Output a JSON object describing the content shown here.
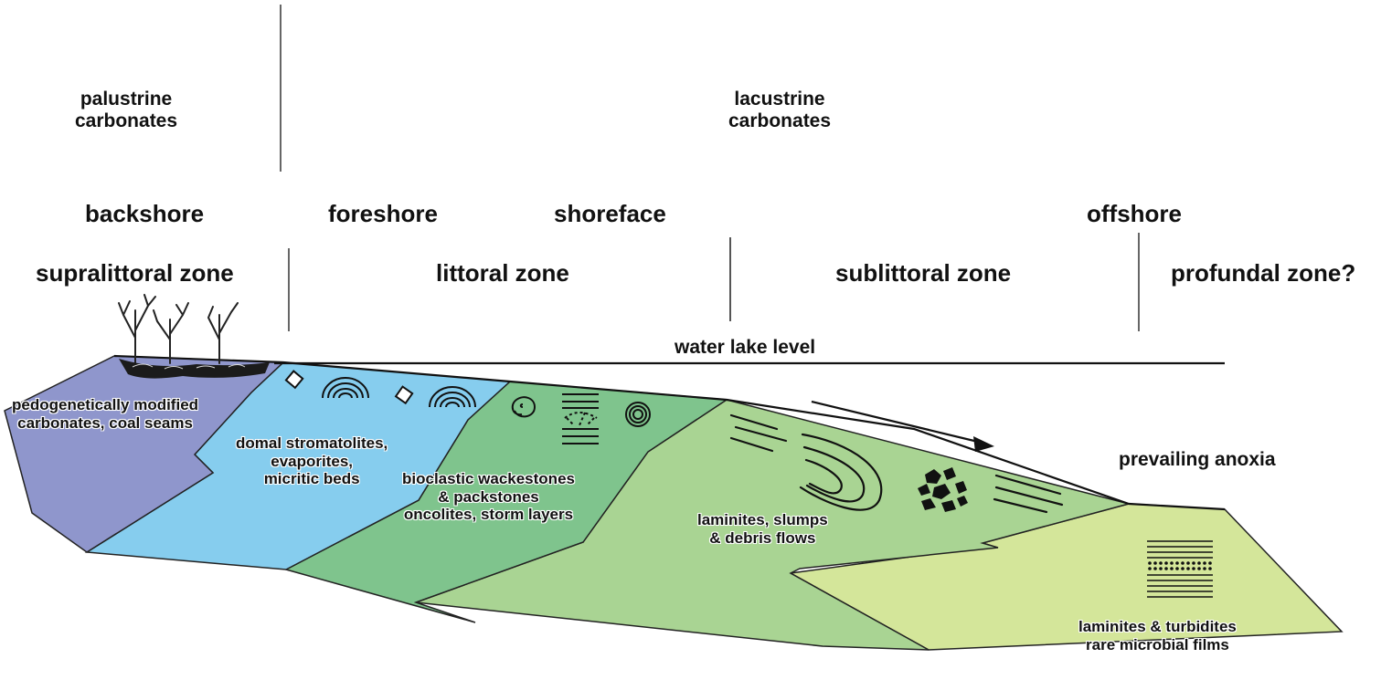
{
  "top_labels": {
    "palustrine": "palustrine\ncarbonates",
    "lacustrine": "lacustrine\ncarbonates"
  },
  "shore_labels": {
    "backshore": "backshore",
    "foreshore": "foreshore",
    "shoreface": "shoreface",
    "offshore": "offshore"
  },
  "zone_labels": {
    "supralittoral": "supralittoral zone",
    "littoral": "littoral zone",
    "sublittoral": "sublittoral zone",
    "profundal": "profundal zone?"
  },
  "water_level": "water lake level",
  "facies": {
    "pedogenetic": "pedogenetically modified\ncarbonates, coal seams",
    "domal": "domal stromatolites,\nevaporites,\nmicritic beds",
    "bioclastic": "bioclastic wackestones\n& packstones\noncolites, storm layers",
    "laminites_slumps": "laminites, slumps\n& debris flows",
    "laminites_turbidites": "laminites & turbidites\nrare microbial films"
  },
  "anoxia": "prevailing anoxia",
  "colors": {
    "supralittoral_belt": "#8f96cc",
    "littoral_belt": "#86cdee",
    "shoreface_belt": "#7fc48d",
    "sublittoral_belt": "#a9d493",
    "profundal_belt": "#d4e69a"
  }
}
